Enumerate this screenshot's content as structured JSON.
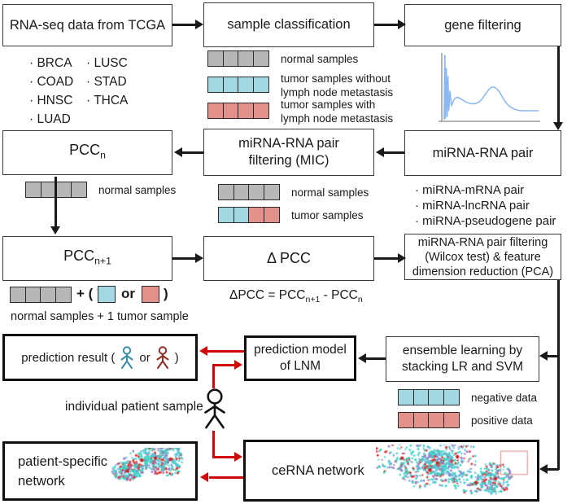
{
  "boxes": {
    "tcga": "RNA-seq data from TCGA",
    "classification": "sample classification",
    "gene_filtering": "gene filtering",
    "pcc_base": "PCC",
    "pcc_sub_n": "n",
    "pcc_sub_n1": "n+1",
    "mic_line1": "miRNA-RNA pair",
    "mic_line2": "filtering (MIC)",
    "mirna_pair": "miRNA-RNA pair",
    "delta_pcc": "Δ PCC",
    "pca_line1": "miRNA-RNA pair filtering",
    "pca_line2": "(Wilcox test) & feature",
    "pca_line3": "dimension reduction (PCA)",
    "prediction_result_prefix": "prediction result (",
    "prediction_result_or": "or",
    "prediction_result_suffix": ")",
    "prediction_model_line1": "prediction model",
    "prediction_model_line2": "of LNM",
    "ensemble_line1": "ensemble learning by",
    "ensemble_line2": "stacking LR and SVM",
    "patient_network_line1": "patient-specific",
    "patient_network_line2": "network",
    "cerna": "ceRNA network"
  },
  "lists": {
    "cancer_types": [
      "· BRCA",
      "· COAD",
      "· HNSC",
      "· LUAD",
      "· LUSC",
      "· STAD",
      "· THCA"
    ],
    "mirna_pairs": [
      "· miRNA-mRNA pair",
      "· miRNA-lncRNA pair",
      "· miRNA-pseudogene pair"
    ]
  },
  "labels": {
    "normal_samples": "normal samples",
    "tumor_without_l1": "tumor samples without",
    "tumor_without_l2": "lymph node metastasis",
    "tumor_with_l1": "tumor samples with",
    "tumor_with_l2": "lymph node metastasis",
    "tumor_samples": "tumor samples",
    "plus_paren": "+ (",
    "or": "or",
    "close_paren": ")",
    "normal_plus_tumor": "normal samples + 1 tumor sample",
    "formula_p1": "ΔPCC = PCC",
    "formula_sub1": "n+1",
    "formula_p2": " - PCC",
    "formula_sub2": "n",
    "individual_patient": "individual patient sample",
    "negative_data": "negative data",
    "positive_data": "positive data"
  },
  "colors": {
    "normal": "#b7b7b7",
    "tumor_negative": "#a3d8e3",
    "tumor_positive": "#e2918b",
    "arrow_red": "#cf0808",
    "person_blue": "#3a8ba6",
    "person_red": "#8e2c26",
    "curve_blue": "#8ab8f0"
  }
}
